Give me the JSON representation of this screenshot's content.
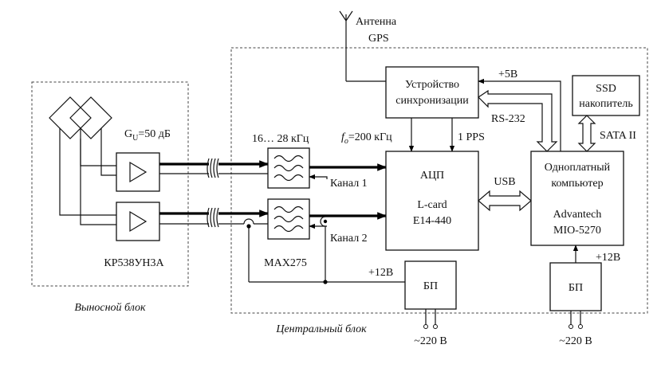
{
  "labels": {
    "antenna_line1": "Антенна",
    "antenna_line2": "GPS",
    "plus5v": "+5В",
    "sync_line1": "Устройство",
    "sync_line2": "синхронизации",
    "ssd_line1": "SSD",
    "ssd_line2": "накопитель",
    "rs232": "RS-232",
    "sata": "SATA II",
    "gain_g": "G",
    "gain_sub": "U",
    "gain_rest": "=50 дБ",
    "band": "16… 28 кГц",
    "f0_f": "f",
    "f0_sub": "o",
    "f0_rest": "=200 кГц",
    "pps": "1 PPS",
    "adc_line1": "АЦП",
    "adc_line2": "L-card",
    "adc_line3": "E14-440",
    "usb": "USB",
    "pc_line1": "Одноплатный",
    "pc_line2": "компьютер",
    "pc_line3": "Advantech",
    "pc_line4": "MIO-5270",
    "channel1": "Канал 1",
    "channel2": "Канал 2",
    "amp_chip": "КР538УН3А",
    "filter_chip": "MAX275",
    "plus12v_a": "+12В",
    "plus12v_b": "+12В",
    "psu1": "БП",
    "psu2": "БП",
    "mains1": "~220 В",
    "mains2": "~220 В",
    "remote_block": "Выносной блок",
    "central_block": "Центральный блок"
  }
}
